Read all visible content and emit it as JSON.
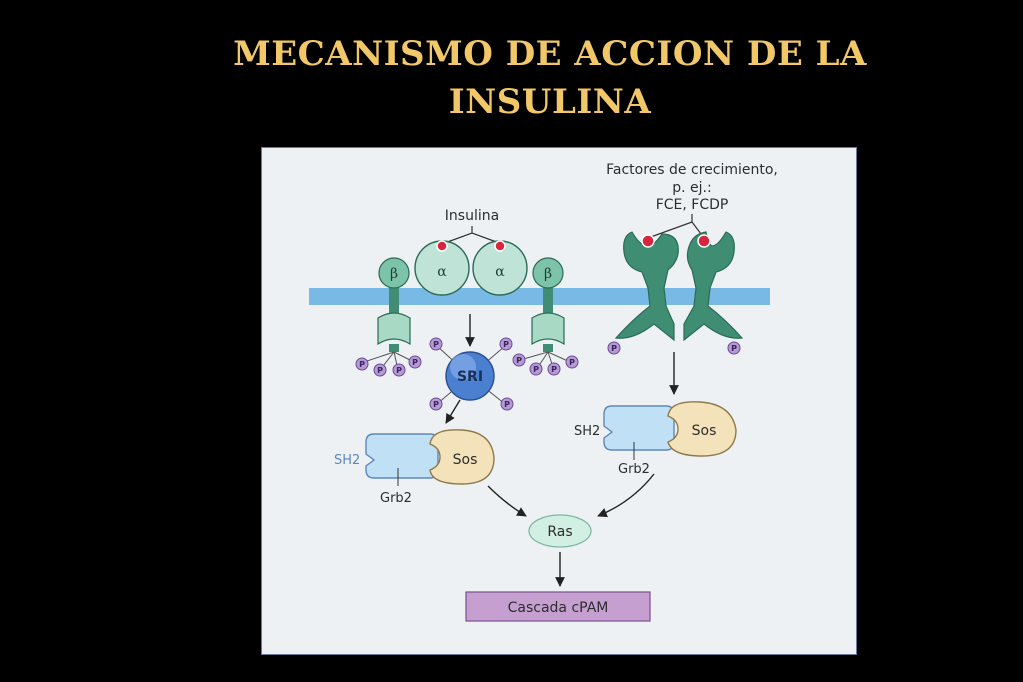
{
  "title": {
    "line1": "MECANISMO DE ACCION DE LA",
    "line2": "INSULINA"
  },
  "diagram": {
    "insulin_label": "Insulina",
    "growth_factors_line1": "Factores de crecimiento,",
    "growth_factors_line2": "p. ej.:",
    "growth_factors_line3": "FCE, FCDP",
    "alpha": "α",
    "beta": "β",
    "phosphate": "P",
    "sri": "SRI",
    "sh2": "SH2",
    "sos": "Sos",
    "grb2": "Grb2",
    "ras": "Ras",
    "cascade": "Cascada cPAM"
  },
  "colors": {
    "background": "#000000",
    "title": "#f2c768",
    "receptor": "#3f8e74",
    "alpha_subunit": "#bfe3d7",
    "membrane": "#79b9e6",
    "phosphate": "#b59ad3",
    "sri": "#4b7fd0",
    "sos": "#f4e3ba",
    "sh2": "#bfe0f5",
    "ras": "#d2efe3",
    "cascade": "#c69fd1"
  }
}
